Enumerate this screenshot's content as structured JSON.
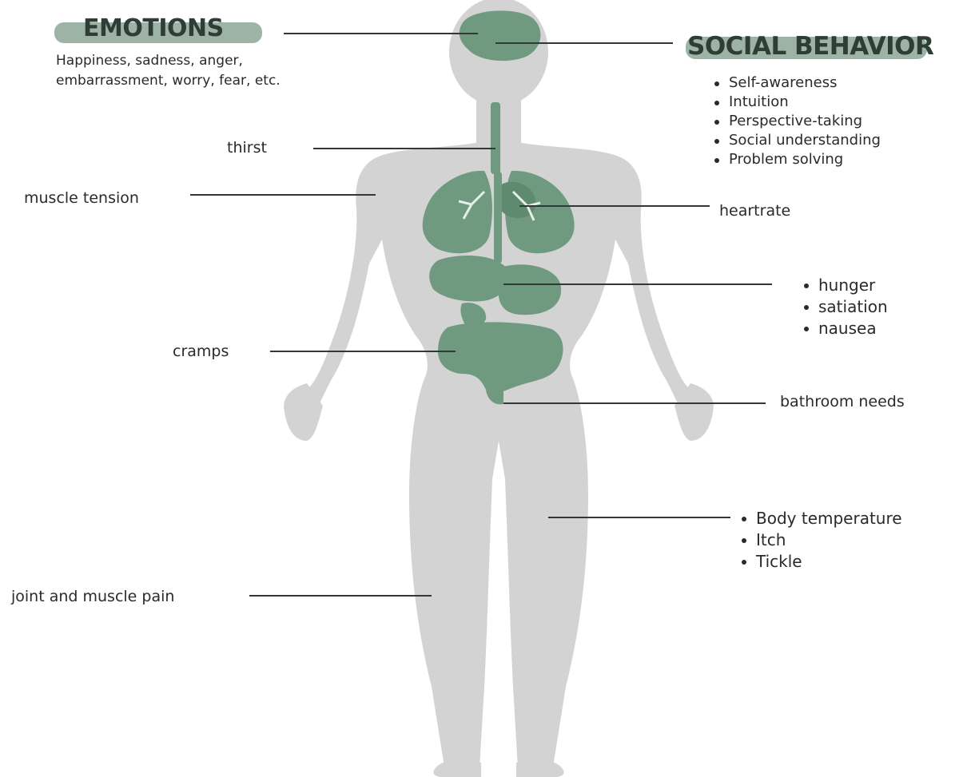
{
  "emotions": {
    "title": "EMOTIONS",
    "description": "Happiness, sadness, anger, embarrassment, worry, fear, etc."
  },
  "social_behavior": {
    "title": "SOCIAL BEHAVIOR",
    "items": [
      "Self-awareness",
      "Intuition",
      "Perspective-taking",
      "Social understanding",
      "Problem solving"
    ]
  },
  "labels": {
    "thirst": "thirst",
    "muscle_tension": "muscle tension",
    "heartrate": "heartrate",
    "cramps": "cramps",
    "bathroom_needs": "bathroom needs",
    "joint_muscle_pain": "joint and muscle pain"
  },
  "digestion": {
    "items": [
      "hunger",
      "satiation",
      "nausea"
    ]
  },
  "skin": {
    "items": [
      "Body temperature",
      "Itch",
      "Tickle"
    ]
  },
  "colors": {
    "body": "#d3d3d3",
    "organs": "#6f9a80",
    "accent_pill": "#9db3a5",
    "line": "#2f3a36"
  }
}
